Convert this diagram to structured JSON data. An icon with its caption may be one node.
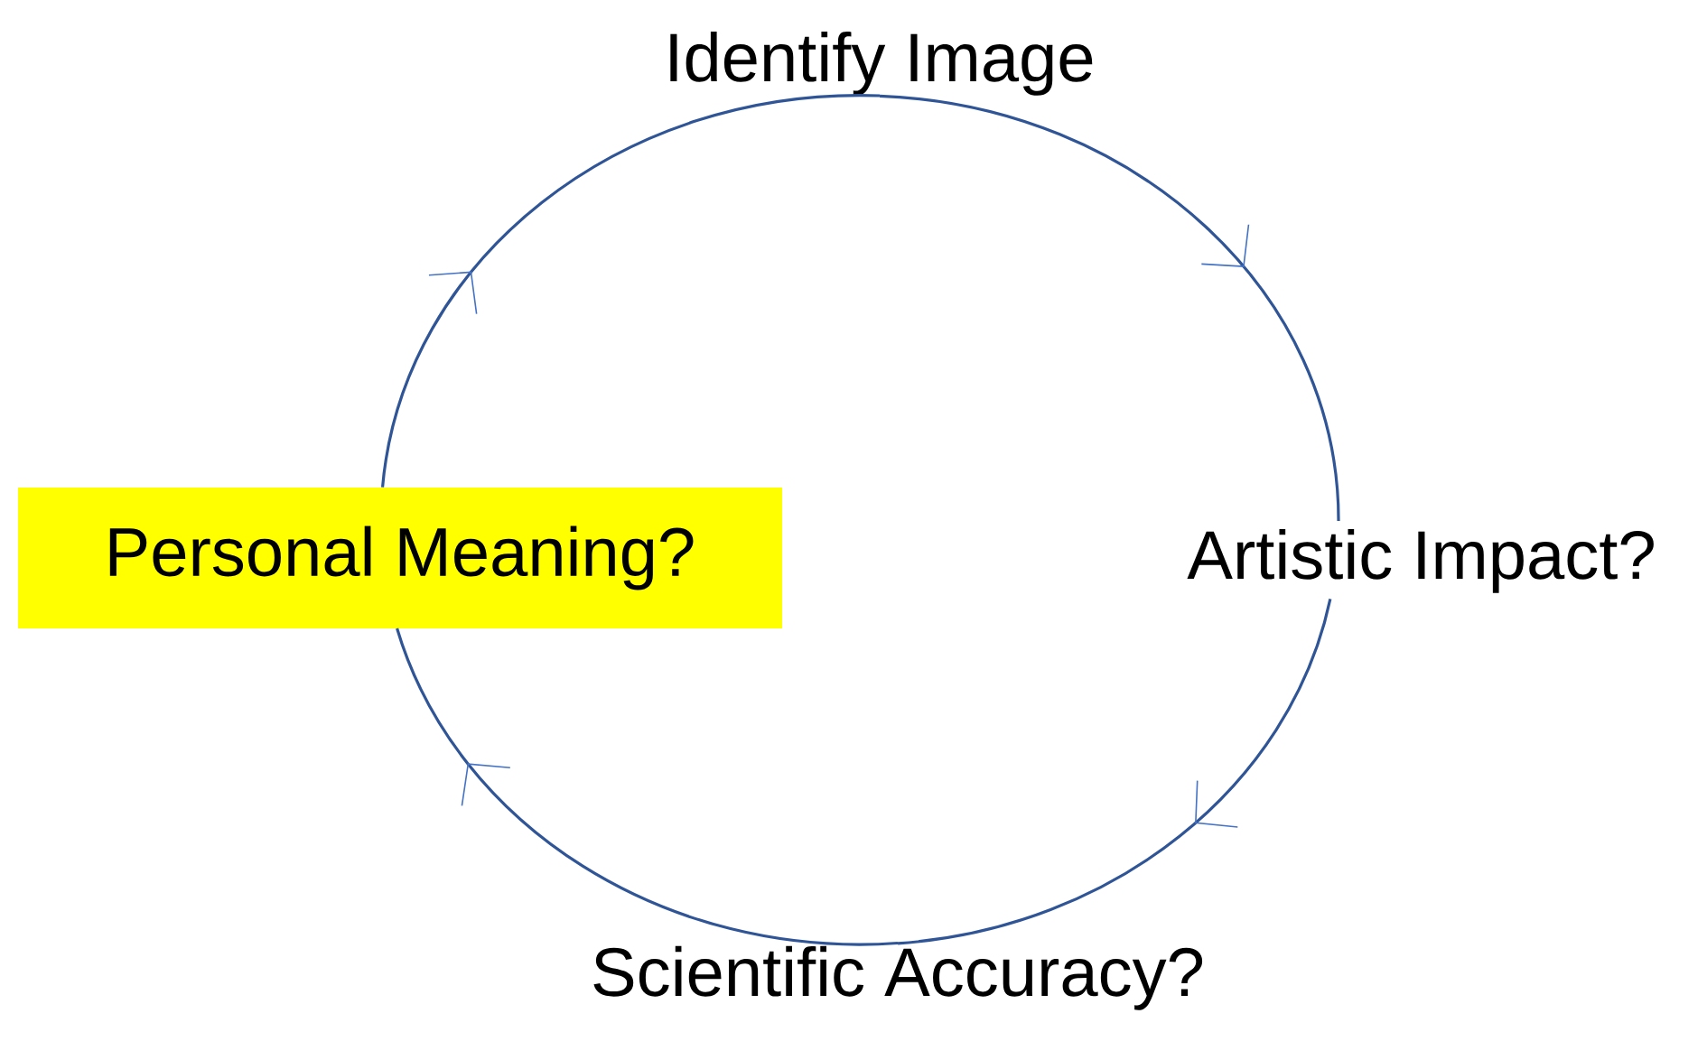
{
  "diagram": {
    "nodes": [
      {
        "text": [
          "Identify Image"
        ]
      },
      {
        "text": [
          "Artistic Impact?"
        ]
      },
      {
        "text": [
          "Scientific Accuracy?"
        ]
      },
      {
        "text": [
          "Personal Meaning?"
        ]
      }
    ],
    "edges": [
      {
        "from": 0,
        "to": 1,
        "arrow": "to"
      },
      {
        "from": 1,
        "to": 2,
        "arrow": "to"
      },
      {
        "from": 2,
        "to": 3,
        "arrow": "to"
      },
      {
        "from": 3,
        "to": 0,
        "arrow": "to"
      }
    ]
  }
}
